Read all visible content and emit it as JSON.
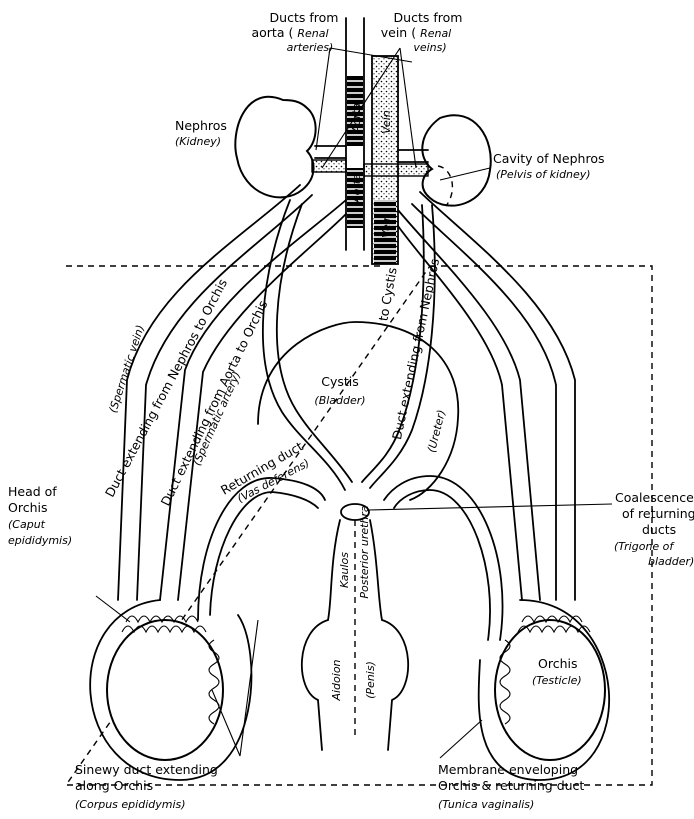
{
  "labels": {
    "aorta_ducts": [
      "Ducts from",
      "aorta ("
    ],
    "aorta_ducts_it": [
      "Renal",
      "arteries)"
    ],
    "vein_ducts": [
      "Ducts from",
      "vein ("
    ],
    "vein_ducts_it": [
      "Renal",
      "veins)"
    ],
    "aorta_tag": "Aorta",
    "vein_tag": "Vein",
    "nephros": "Nephros",
    "nephros_it": "(Kidney)",
    "cavity": "Cavity of Nephros",
    "cavity_it": "(Pelvis of kidney)",
    "aorta_low": "Aorta",
    "vein_low": "Vein",
    "to_cystis": "to Cystis",
    "from_nephros": "Duct extending from Nephros",
    "spermatic_vein": "(Spermatic vein)",
    "duct_nephros_orchis": "Duct extending from Nephros to Orchis",
    "duct_aorta_orchis": "Duct extending from Aorta to Orchis",
    "spermatic_artery": "(Spermatic artery)",
    "ureter": "(Ureter)",
    "cystis": "Cystis",
    "cystis_it": "(Bladder)",
    "returning_duct": "Returning duct",
    "vas_deferens": "(Vas deferens)",
    "head_orchis": [
      "Head of",
      "Orchis"
    ],
    "head_orchis_it": [
      "(Caput",
      "epididymis)"
    ],
    "coalescence": [
      "Coalescence",
      "of returning",
      "ducts"
    ],
    "coalescence_it": [
      "(Trigone of",
      "bladder)"
    ],
    "kaulos": "Kaulos",
    "posterior_urethra": "Posterior urethra",
    "aidoion": "Aidoion",
    "penis": "(Penis)",
    "orchis": "Orchis",
    "orchis_it": "(Testicle)",
    "sinewy": [
      "Sinewy duct extending",
      "along Orchis"
    ],
    "sinewy_it": "(Corpus epididymis)",
    "membrane": [
      "Membrane enveloping",
      "Orchis & returning duct"
    ],
    "membrane_it": "(Tunica vaginalis)"
  }
}
